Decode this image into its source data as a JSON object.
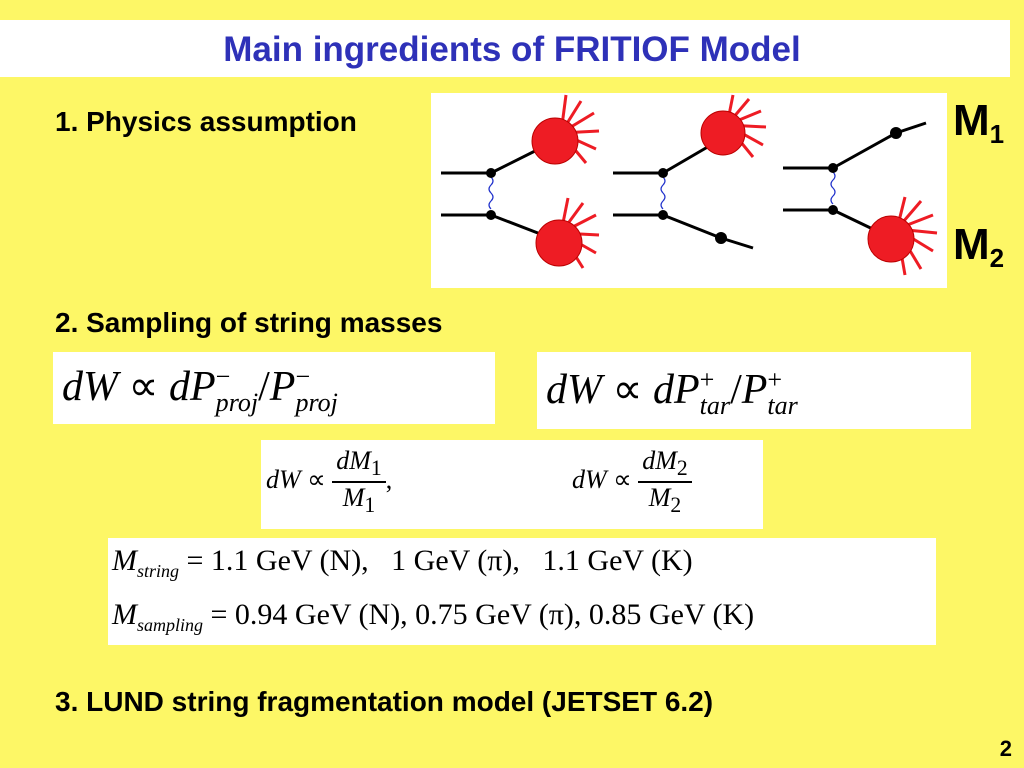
{
  "slide": {
    "title": "Main ingredients of FRITIOF Model",
    "page_number": "2"
  },
  "sections": {
    "physics": "1. Physics assumption",
    "sampling": "2. Sampling of string masses",
    "lund": "3. LUND string fragmentation model (JETSET 6.2)"
  },
  "diagram": {
    "m1_label": "M",
    "m1_sub": "1",
    "m2_label": "M",
    "m2_sub": "2",
    "colors": {
      "blob": "#ee1c24",
      "line": "#000000",
      "exchange": "#2233cc"
    }
  },
  "formulas": {
    "proj": {
      "dw": "dW",
      "prop": "∝",
      "dp": "dP",
      "slash": "/",
      "p": "P",
      "sup": "−",
      "sub": "proj"
    },
    "tar": {
      "dw": "dW",
      "prop": "∝",
      "dp": "dP",
      "slash": "/",
      "p": "P",
      "sup": "+",
      "sub": "tar"
    },
    "mass": {
      "dw": "dW",
      "prop": "∝",
      "num1": "dM",
      "num1_sub": "1",
      "den1": "M",
      "den1_sub": "1",
      "comma": ",",
      "num2": "dM",
      "num2_sub": "2",
      "den2": "M",
      "den2_sub": "2"
    },
    "string_line": {
      "lhs": "M",
      "lhs_sub": "string",
      "rhs": "= 1.1 GeV (N),   1 GeV (π),   1.1 GeV (K)"
    },
    "sampling_line": {
      "lhs": "M",
      "lhs_sub": "sampling",
      "rhs": "= 0.94 GeV (N), 0.75 GeV (π), 0.85 GeV (K)"
    }
  }
}
